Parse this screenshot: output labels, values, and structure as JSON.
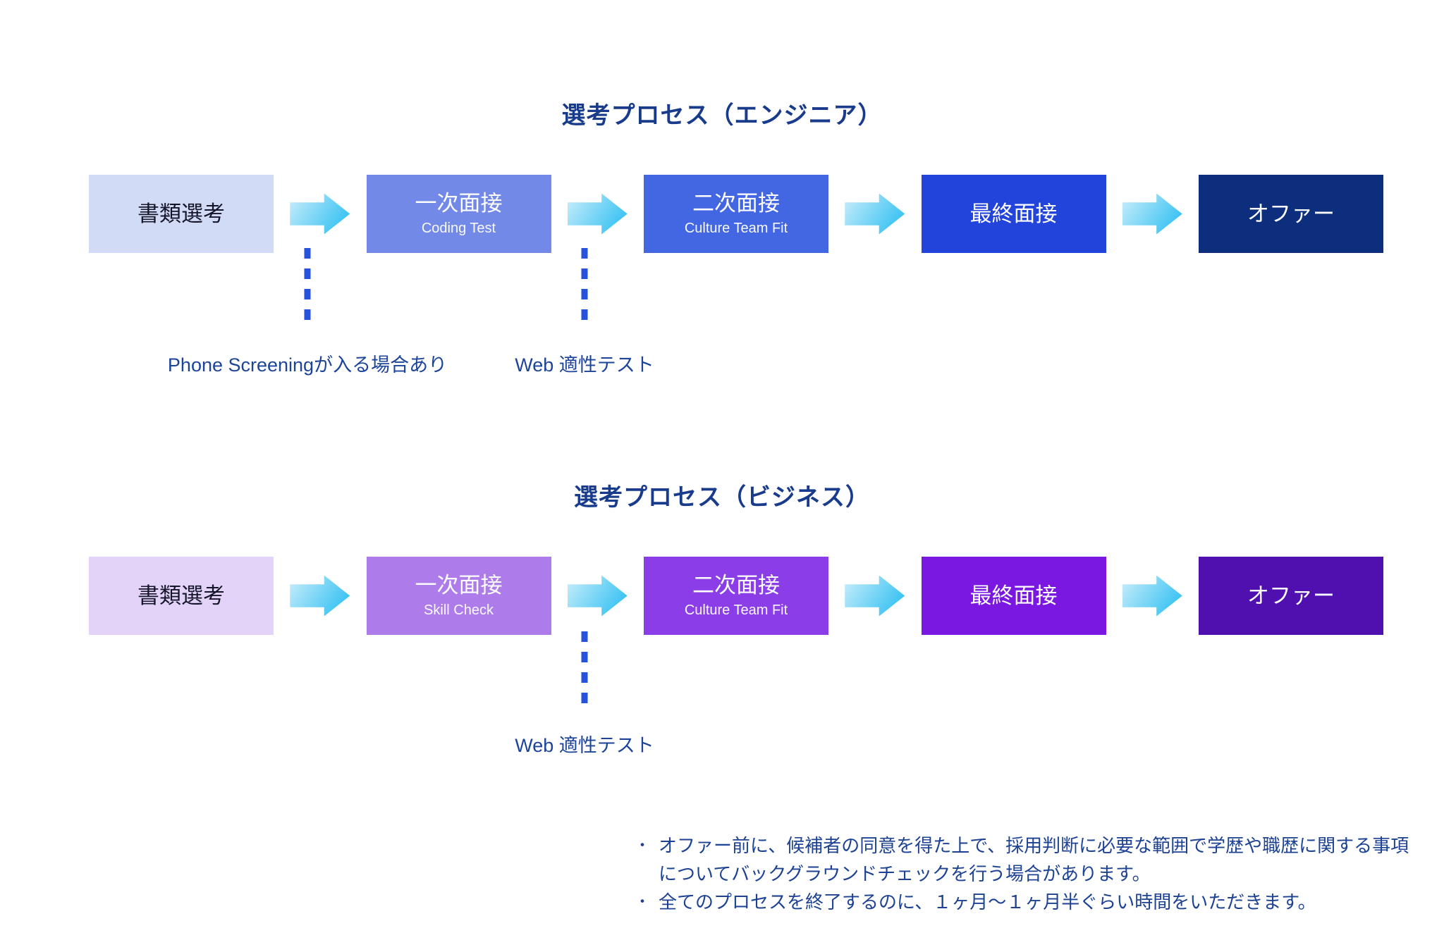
{
  "page": {
    "background": "#FFFFFF"
  },
  "colors": {
    "title": "#183B8C",
    "annotation": "#1C4499",
    "note_text": "#1D4293",
    "dashed_connector": "#2752DC",
    "arrow_gradient_start": "#CBEEFB",
    "arrow_gradient_end": "#21BBF1"
  },
  "icons": {
    "flow_arrow": "right-arrow-icon"
  },
  "sections": [
    {
      "id": "engineer",
      "title": "選考プロセス（エンジニア）",
      "steps": [
        {
          "label": "書類選考",
          "sub": "",
          "bg": "#D2DBF6",
          "fg": "#16162B"
        },
        {
          "label": "一次面接",
          "sub": "Coding Test",
          "bg": "#7289E8",
          "fg": "#FFFFFF"
        },
        {
          "label": "二次面接",
          "sub": "Culture Team Fit",
          "bg": "#4366E3",
          "fg": "#FFFFFF"
        },
        {
          "label": "最終面接",
          "sub": "",
          "bg": "#2244DB",
          "fg": "#FFFFFF"
        },
        {
          "label": "オファー",
          "sub": "",
          "bg": "#0D2E7D",
          "fg": "#FFFFFF"
        }
      ],
      "annotations": [
        {
          "text": "Phone Screeningが入る場合あり",
          "after_step": 1
        },
        {
          "text": "Web 適性テスト",
          "after_step": 2
        }
      ]
    },
    {
      "id": "business",
      "title": "選考プロセス（ビジネス）",
      "steps": [
        {
          "label": "書類選考",
          "sub": "",
          "bg": "#E3D3F8",
          "fg": "#16162B"
        },
        {
          "label": "一次面接",
          "sub": "Skill Check",
          "bg": "#AE7CEA",
          "fg": "#FFFFFF"
        },
        {
          "label": "二次面接",
          "sub": "Culture Team Fit",
          "bg": "#8B3EE8",
          "fg": "#FFFFFF"
        },
        {
          "label": "最終面接",
          "sub": "",
          "bg": "#7A17E1",
          "fg": "#FFFFFF"
        },
        {
          "label": "オファー",
          "sub": "",
          "bg": "#5010AF",
          "fg": "#FFFFFF"
        }
      ],
      "annotations": [
        {
          "text": "Web 適性テスト",
          "after_step": 2
        }
      ]
    }
  ],
  "notes": {
    "bullet": "・",
    "items": [
      "オファー前に、候補者の同意を得た上で、採用判断に必要な範囲で学歴や職歴に関する事項についてバックグラウンドチェックを行う場合があります。",
      "全てのプロセスを終了するのに、１ヶ月〜１ヶ月半ぐらい時間をいただきます。"
    ]
  }
}
